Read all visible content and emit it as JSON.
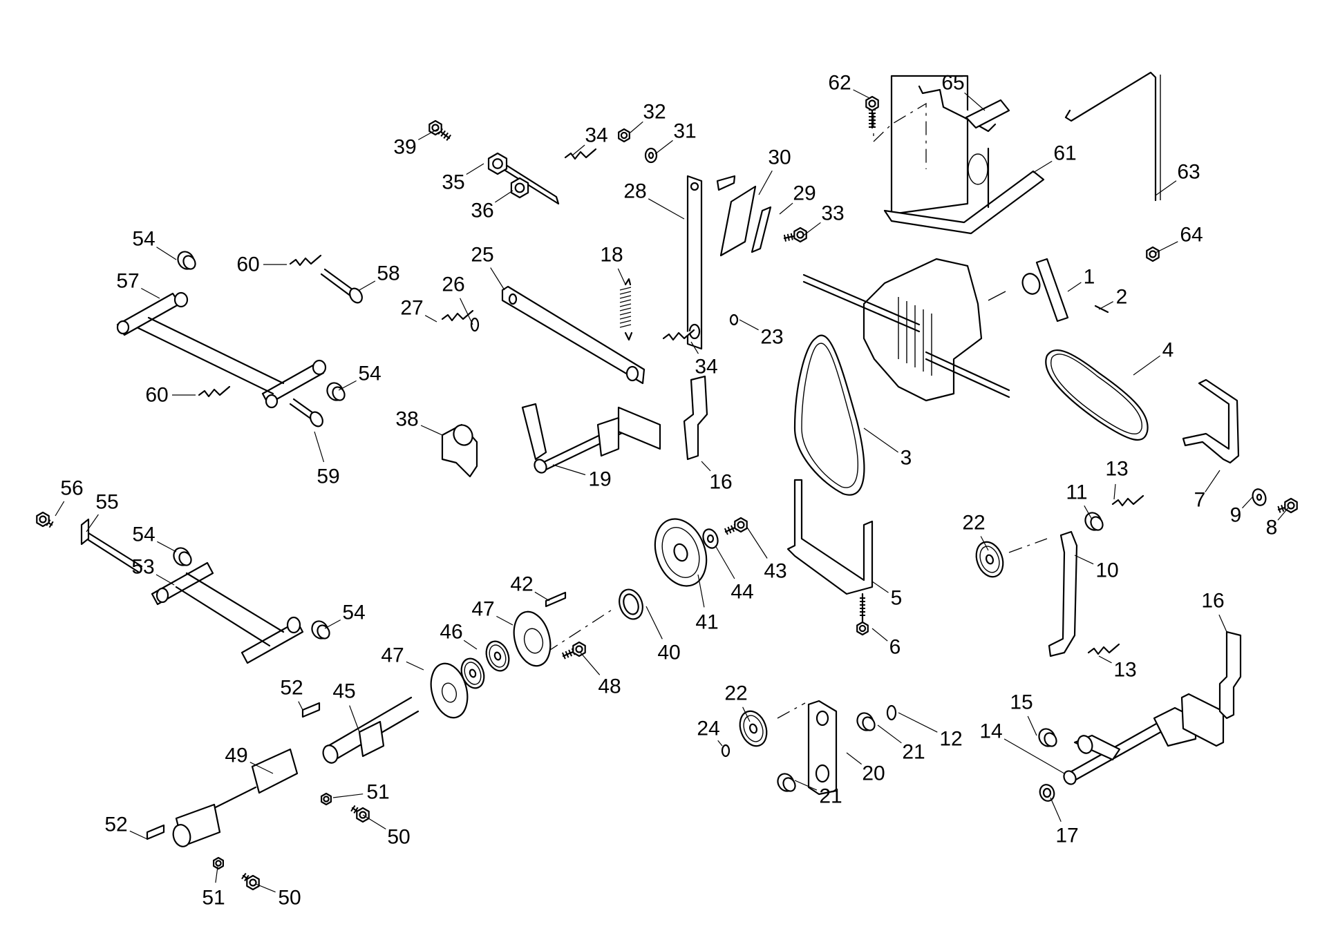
{
  "diagram": {
    "title": "Drive / transmission assembly exploded parts diagram",
    "type": "exploded-parts-view",
    "callouts": [
      {
        "id": "c65",
        "label": "65",
        "part": "cover pad"
      },
      {
        "id": "c62",
        "label": "62",
        "part": "bolt"
      },
      {
        "id": "c61",
        "label": "61",
        "part": "battery/tray bracket"
      },
      {
        "id": "c63",
        "label": "63",
        "part": "rod"
      },
      {
        "id": "c64",
        "label": "64",
        "part": "nut"
      },
      {
        "id": "c32",
        "label": "32",
        "part": "nut"
      },
      {
        "id": "c31",
        "label": "31",
        "part": "washer"
      },
      {
        "id": "c34a",
        "label": "34",
        "part": "cotter pin"
      },
      {
        "id": "c39",
        "label": "39",
        "part": "bolt"
      },
      {
        "id": "c35",
        "label": "35",
        "part": "nut with plate"
      },
      {
        "id": "c36",
        "label": "36",
        "part": "nut"
      },
      {
        "id": "c30",
        "label": "30",
        "part": "plate"
      },
      {
        "id": "c28",
        "label": "28",
        "part": "bar"
      },
      {
        "id": "c29",
        "label": "29",
        "part": "block"
      },
      {
        "id": "c33",
        "label": "33",
        "part": "screw"
      },
      {
        "id": "c54a",
        "label": "54",
        "part": "bushing"
      },
      {
        "id": "c60a",
        "label": "60",
        "part": "cotter pin"
      },
      {
        "id": "c58",
        "label": "58",
        "part": "pin"
      },
      {
        "id": "c25",
        "label": "25",
        "part": "link bar"
      },
      {
        "id": "c18",
        "label": "18",
        "part": "spring"
      },
      {
        "id": "c26",
        "label": "26",
        "part": "clip"
      },
      {
        "id": "c27",
        "label": "27",
        "part": "cotter pin"
      },
      {
        "id": "c57",
        "label": "57",
        "part": "linkage"
      },
      {
        "id": "c1",
        "label": "1",
        "part": "lever arm"
      },
      {
        "id": "c2",
        "label": "2",
        "part": "pin"
      },
      {
        "id": "c23",
        "label": "23",
        "part": "clip"
      },
      {
        "id": "c34b",
        "label": "34",
        "part": "cotter pin"
      },
      {
        "id": "c4",
        "label": "4",
        "part": "belt"
      },
      {
        "id": "c54b",
        "label": "54",
        "part": "bushing"
      },
      {
        "id": "c60b",
        "label": "60",
        "part": "cotter pin"
      },
      {
        "id": "c38",
        "label": "38",
        "part": "bracket bushing"
      },
      {
        "id": "c3",
        "label": "3",
        "part": "belt"
      },
      {
        "id": "c19",
        "label": "19",
        "part": "shaft lever"
      },
      {
        "id": "c16a",
        "label": "16",
        "part": "bracket"
      },
      {
        "id": "c59",
        "label": "59",
        "part": "pin"
      },
      {
        "id": "c7",
        "label": "7",
        "part": "bracket"
      },
      {
        "id": "c13a",
        "label": "13",
        "part": "cotter pin"
      },
      {
        "id": "c11",
        "label": "11",
        "part": "bushing"
      },
      {
        "id": "c56",
        "label": "56",
        "part": "bolt"
      },
      {
        "id": "c55",
        "label": "55",
        "part": "rod"
      },
      {
        "id": "c9",
        "label": "9",
        "part": "washer"
      },
      {
        "id": "c8",
        "label": "8",
        "part": "bolt"
      },
      {
        "id": "c22a",
        "label": "22",
        "part": "idler pulley"
      },
      {
        "id": "c54c",
        "label": "54",
        "part": "bushing"
      },
      {
        "id": "c10",
        "label": "10",
        "part": "idler arm"
      },
      {
        "id": "c43",
        "label": "43",
        "part": "bolt"
      },
      {
        "id": "c53",
        "label": "53",
        "part": "linkage"
      },
      {
        "id": "c44",
        "label": "44",
        "part": "washer"
      },
      {
        "id": "c42",
        "label": "42",
        "part": "key"
      },
      {
        "id": "c5",
        "label": "5",
        "part": "bracket"
      },
      {
        "id": "c41",
        "label": "41",
        "part": "pulley"
      },
      {
        "id": "c47a",
        "label": "47",
        "part": "flange"
      },
      {
        "id": "c54d",
        "label": "54",
        "part": "bushing"
      },
      {
        "id": "c46",
        "label": "46",
        "part": "bearing"
      },
      {
        "id": "c40",
        "label": "40",
        "part": "spacer"
      },
      {
        "id": "c6",
        "label": "6",
        "part": "bolt"
      },
      {
        "id": "c47b",
        "label": "47",
        "part": "flange"
      },
      {
        "id": "c13b",
        "label": "13",
        "part": "cotter pin"
      },
      {
        "id": "c16b",
        "label": "16",
        "part": "bracket"
      },
      {
        "id": "c48",
        "label": "48",
        "part": "bolt"
      },
      {
        "id": "c52a",
        "label": "52",
        "part": "key"
      },
      {
        "id": "c45",
        "label": "45",
        "part": "shaft"
      },
      {
        "id": "c22b",
        "label": "22",
        "part": "idler pulley"
      },
      {
        "id": "c15",
        "label": "15",
        "part": "bushing"
      },
      {
        "id": "c12",
        "label": "12",
        "part": "clip"
      },
      {
        "id": "c24",
        "label": "24",
        "part": "clip"
      },
      {
        "id": "c14",
        "label": "14",
        "part": "shaft lever"
      },
      {
        "id": "c21a",
        "label": "21",
        "part": "bushing"
      },
      {
        "id": "c49",
        "label": "49",
        "part": "universal joint"
      },
      {
        "id": "c20",
        "label": "20",
        "part": "idler plate"
      },
      {
        "id": "c51a",
        "label": "51",
        "part": "nut"
      },
      {
        "id": "c21b",
        "label": "21",
        "part": "bushing"
      },
      {
        "id": "c52b",
        "label": "52",
        "part": "key"
      },
      {
        "id": "c50a",
        "label": "50",
        "part": "bolt"
      },
      {
        "id": "c17",
        "label": "17",
        "part": "bushing"
      },
      {
        "id": "c51b",
        "label": "51",
        "part": "nut"
      },
      {
        "id": "c50b",
        "label": "50",
        "part": "bolt"
      }
    ]
  }
}
